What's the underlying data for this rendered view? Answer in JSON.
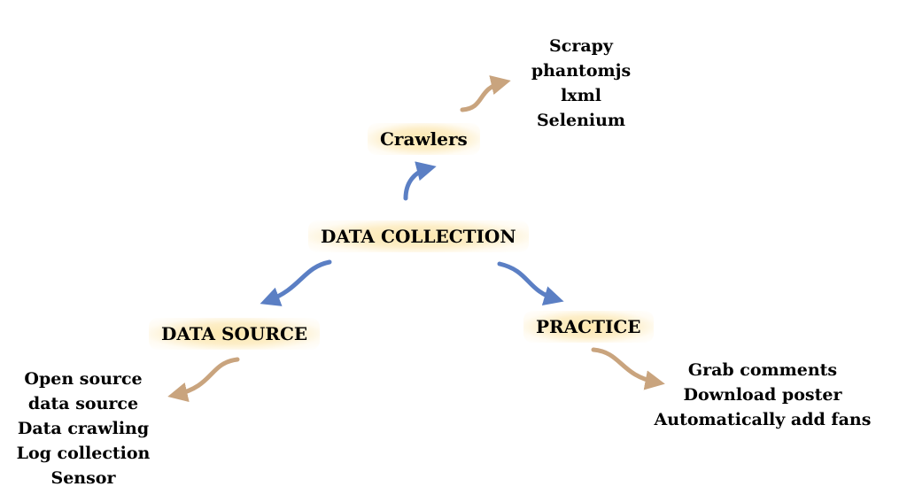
{
  "center": {
    "label": "DATA COLLECTION"
  },
  "branches": {
    "crawlers": {
      "label": "Crawlers",
      "items": [
        "Scrapy",
        "phantomjs",
        "lxml",
        "Selenium"
      ]
    },
    "source": {
      "label": "DATA SOURCE",
      "items": [
        "Open source",
        "data source",
        "Data crawling",
        "Log collection",
        "Sensor"
      ]
    },
    "practice": {
      "label": "PRACTICE",
      "items": [
        "Grab comments",
        "Download poster",
        "Automatically add fans"
      ]
    }
  },
  "colors": {
    "primary_arrow": "#5b7fc4",
    "secondary_arrow": "#c9a47e",
    "node_glow": "#fbe6aa"
  }
}
